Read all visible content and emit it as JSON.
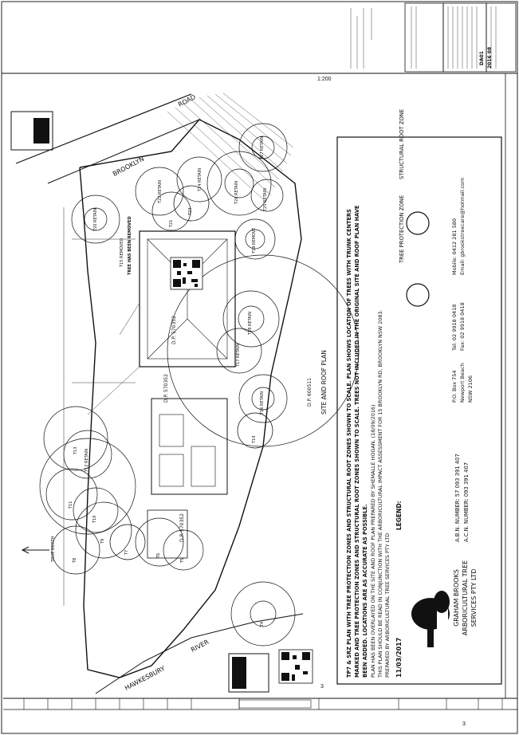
{
  "title_block": {
    "drawing_no": "DA01",
    "job_no": "2016 08",
    "scale": "1:200"
  },
  "plan": {
    "road_name": "BROOKLYN",
    "road_suffix": "ROAD",
    "river_name": "HAWKESBURY",
    "river_suffix": "RIVER",
    "view_title": "SITE AND ROOF PLAN",
    "lot_labels": [
      "D.P. 570352",
      "D.P. 570352",
      "D.P. 570352",
      "D.P. 600511"
    ],
    "tree_labels": [
      "T27 RETAIN",
      "T26 RETAIN",
      "T25 RETAIN",
      "T24 RETAIN",
      "T23",
      "T22 RETAIN",
      "T21",
      "T20 RETAIN",
      "T19 REMOVE",
      "T18 RETAIN",
      "T17 RETAIN",
      "T16 RETAIN",
      "T15 REMOVED",
      "T14",
      "T13",
      "T12 RETAIN",
      "T11",
      "T10",
      "T9",
      "T8",
      "T7",
      "T6",
      "T5",
      "T4"
    ],
    "removed_note": "TREE HAS BEEN REMOVED",
    "true_north": "TRUE NORTH",
    "sheet_number": "3",
    "page_number": "3"
  },
  "notes": {
    "line1": "TP7 & SRZ PLAN WITH TREE PROTECTION ZONES AND STRUCTURAL ROOT ZONES SHOWN TO SCALE. PLAN SHOWS LOCATION OF TREES WITH TRUNK CENTERS",
    "line2": "MARKED AND TREE PROTECTION ZONES AND STRUCTURAL ROOT ZONES SHOWN TO SCALE. TREES NOT INCLUDED IN THE ORIGINAL SITE AND ROOF PLAN HAVE",
    "line3": "BEEN ADDED. LOCATIONS ARE AS ACCURATE AS POSSIBLE.",
    "line4": "PLAN HAS BEEN OVERLAYED ON THE SITE AND ROOF PLAN PREPARED BY SHEMALLE HOGAN. (18/09/2016)",
    "line5": "THIS PLAN SHOULD BE READ IN CONJUNCTION WITH THE ARBORICULTURAL IMPACT ASSESSMENT FOR 15 BROOKLYN RD, BROOKLYN NSW 2083.",
    "line6": "PREPARED BY ARBORICULTURAL TREE SERVICES PTY LTD"
  },
  "legend": {
    "date": "11/03/2017",
    "heading": "LEGEND:",
    "tpz_label": "TREE PROTECTION ZONE",
    "srz_label": "STRUCTURAL ROOT ZONE"
  },
  "company": {
    "name_line1": "GRAHAM BROOKS",
    "name_line2": "ARBORICULTURAL TREE",
    "name_line3": "SERVICES PTY LTD",
    "abn": "A.B.N. NUMBER: 57 093 391 407",
    "acn": "A.C.N. NUMBER: 093 391 407",
    "po1": "P.O. Box 754",
    "po2": "Newport Beach",
    "po3": "NSW 2106",
    "tel": "Tel:   02 9918 0418",
    "fax": "Fax:  02 9918 0418",
    "mobile": "Mobile:   0412 281 580",
    "email": "Email:  gbrookstreecare@hotmail.com"
  },
  "colors": {
    "ink": "#111111",
    "hatch": "#555555",
    "paper": "#ffffff"
  }
}
